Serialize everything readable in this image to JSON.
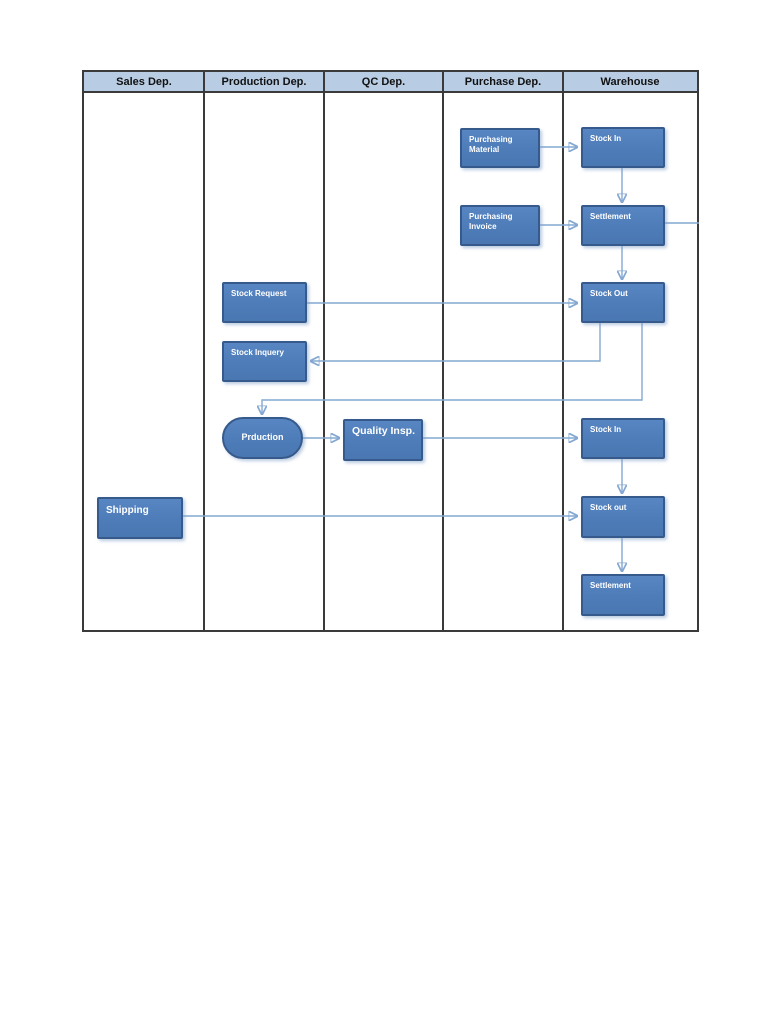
{
  "diagram": {
    "type": "swimlane-flowchart",
    "lanes": [
      {
        "label": "Sales Dep."
      },
      {
        "label": "Production Dep."
      },
      {
        "label": "QC Dep."
      },
      {
        "label": "Purchase Dep."
      },
      {
        "label": "Warehouse"
      }
    ],
    "nodes": {
      "purchasing_material": {
        "label": "Purchasing Material",
        "lane": "Purchase Dep.",
        "shape": "rect"
      },
      "stock_in_1": {
        "label": "Stock In",
        "lane": "Warehouse",
        "shape": "rect"
      },
      "purchasing_invoice": {
        "label": "Purchasing Invoice",
        "lane": "Purchase Dep.",
        "shape": "rect"
      },
      "settlement_1": {
        "label": "Settlement",
        "lane": "Warehouse",
        "shape": "rect"
      },
      "stock_request": {
        "label": "Stock Request",
        "lane": "Production Dep.",
        "shape": "rect"
      },
      "stock_out_1": {
        "label": "Stock Out",
        "lane": "Warehouse",
        "shape": "rect"
      },
      "stock_inquery": {
        "label": "Stock Inquery",
        "lane": "Production Dep.",
        "shape": "rect"
      },
      "prduction": {
        "label": "Prduction",
        "lane": "Production Dep.",
        "shape": "stadium"
      },
      "quality_insp": {
        "label": "Quality Insp.",
        "lane": "QC Dep.",
        "shape": "rect"
      },
      "stock_in_2": {
        "label": "Stock In",
        "lane": "Warehouse",
        "shape": "rect"
      },
      "shipping": {
        "label": "Shipping",
        "lane": "Sales Dep.",
        "shape": "rect"
      },
      "stock_out_2": {
        "label": "Stock out",
        "lane": "Warehouse",
        "shape": "rect"
      },
      "settlement_2": {
        "label": "Settlement",
        "lane": "Warehouse",
        "shape": "rect"
      }
    },
    "edges": [
      {
        "from": "purchasing_material",
        "to": "stock_in_1",
        "arrow": true
      },
      {
        "from": "stock_in_1",
        "to": "settlement_1",
        "arrow": true
      },
      {
        "from": "purchasing_invoice",
        "to": "settlement_1",
        "arrow": true
      },
      {
        "from": "settlement_1",
        "to": "table-right-border",
        "arrow": false
      },
      {
        "from": "settlement_1",
        "to": "stock_out_1",
        "arrow": true
      },
      {
        "from": "stock_request",
        "to": "stock_out_1",
        "arrow": true
      },
      {
        "from": "stock_out_1",
        "to": "stock_inquery",
        "arrow": true
      },
      {
        "from": "stock_out_1",
        "to": "prduction",
        "arrow": true
      },
      {
        "from": "prduction",
        "to": "quality_insp",
        "arrow": true
      },
      {
        "from": "quality_insp",
        "to": "stock_in_2",
        "arrow": true
      },
      {
        "from": "stock_in_2",
        "to": "stock_out_2",
        "arrow": true
      },
      {
        "from": "shipping",
        "to": "stock_out_2",
        "arrow": true
      },
      {
        "from": "stock_out_2",
        "to": "settlement_2",
        "arrow": true
      }
    ],
    "colors": {
      "lane_header_bg": "#b8cce4",
      "table_border": "#3a3a3a",
      "node_fill": "#4f81bd",
      "node_border": "#365a8c",
      "node_text": "#ffffff",
      "connector": "#84a8d2",
      "arrowhead": "#3f69a2",
      "page_background": "#ffffff"
    }
  }
}
